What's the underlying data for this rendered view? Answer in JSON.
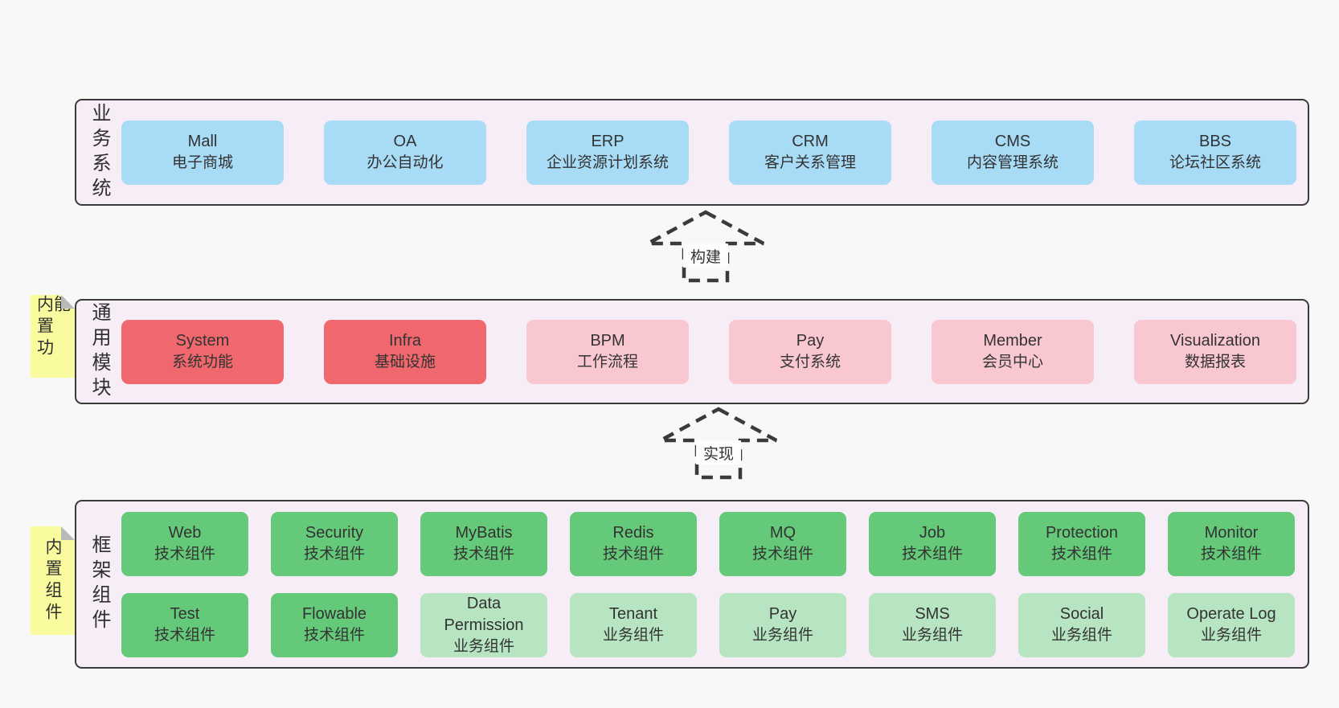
{
  "colors": {
    "page_bg": "#f8f8f8",
    "container_bg": "#f6edf6",
    "container_border": "#3b3b3b",
    "blue_box": "#a8dbf5",
    "red_box": "#f0686e",
    "pink_box": "#f9c7d0",
    "green_box": "#65c97a",
    "light_green_box": "#b7e5c1",
    "tab_yellow": "#fafa9e",
    "tab_fold_gray": "#b9b9b9",
    "text": "#333333"
  },
  "business": {
    "label": "业务系统",
    "boxes": [
      {
        "title": "Mall",
        "subtitle": "电子商城"
      },
      {
        "title": "OA",
        "subtitle": "办公自动化"
      },
      {
        "title": "ERP",
        "subtitle": "企业资源计划系统"
      },
      {
        "title": "CRM",
        "subtitle": "客户关系管理"
      },
      {
        "title": "CMS",
        "subtitle": "内容管理系统"
      },
      {
        "title": "BBS",
        "subtitle": "论坛社区系统"
      }
    ]
  },
  "arrows": {
    "build": "构建",
    "implement": "实现"
  },
  "modules": {
    "label": "通用模块",
    "tab": "内置功能",
    "boxes": [
      {
        "title": "System",
        "subtitle": "系统功能"
      },
      {
        "title": "Infra",
        "subtitle": "基础设施"
      },
      {
        "title": "BPM",
        "subtitle": "工作流程"
      },
      {
        "title": "Pay",
        "subtitle": "支付系统"
      },
      {
        "title": "Member",
        "subtitle": "会员中心"
      },
      {
        "title": "Visualization",
        "subtitle": "数据报表"
      }
    ]
  },
  "components": {
    "label": "框架组件",
    "tab": "内置组件",
    "row1": [
      {
        "title": "Web",
        "subtitle": "技术组件"
      },
      {
        "title": "Security",
        "subtitle": "技术组件"
      },
      {
        "title": "MyBatis",
        "subtitle": "技术组件"
      },
      {
        "title": "Redis",
        "subtitle": "技术组件"
      },
      {
        "title": "MQ",
        "subtitle": "技术组件"
      },
      {
        "title": "Job",
        "subtitle": "技术组件"
      },
      {
        "title": "Protection",
        "subtitle": "技术组件"
      },
      {
        "title": "Monitor",
        "subtitle": "技术组件"
      }
    ],
    "row2": [
      {
        "title": "Test",
        "subtitle": "技术组件"
      },
      {
        "title": "Flowable",
        "subtitle": "技术组件"
      },
      {
        "title": "Data Permission",
        "subtitle": "业务组件"
      },
      {
        "title": "Tenant",
        "subtitle": "业务组件"
      },
      {
        "title": "Pay",
        "subtitle": "业务组件"
      },
      {
        "title": "SMS",
        "subtitle": "业务组件"
      },
      {
        "title": "Social",
        "subtitle": "业务组件"
      },
      {
        "title": "Operate Log",
        "subtitle": "业务组件"
      }
    ]
  }
}
